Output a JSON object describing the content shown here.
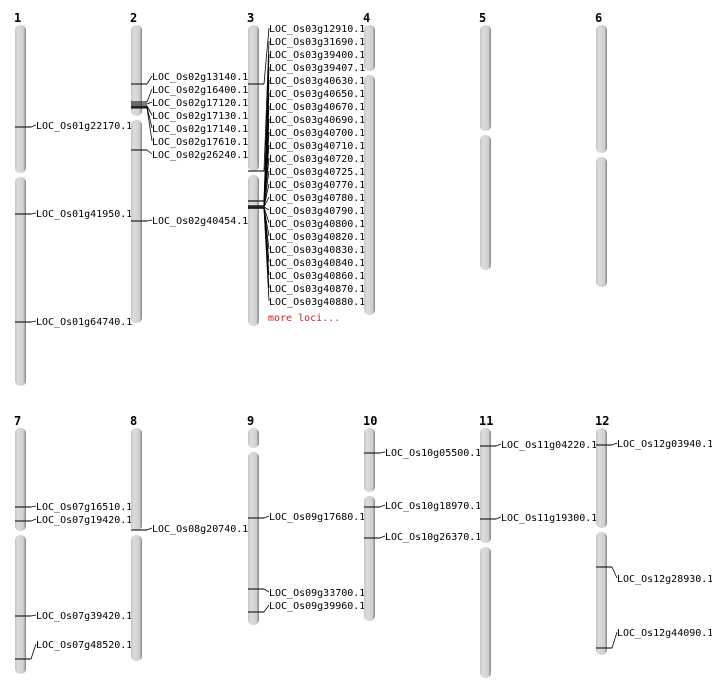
{
  "more_loci_label": "more loci...",
  "chromosomes": [
    {
      "label": "1",
      "loci": [
        "LOC_Os01g22170.1",
        "LOC_Os01g41950.1",
        "LOC_Os01g64740.1"
      ]
    },
    {
      "label": "2",
      "loci": [
        "LOC_Os02g13140.1",
        "LOC_Os02g16400.1",
        "LOC_Os02g17120.1",
        "LOC_Os02g17130.1",
        "LOC_Os02g17140.1",
        "LOC_Os02g17610.1",
        "LOC_Os02g26240.1",
        "LOC_Os02g40454.1"
      ]
    },
    {
      "label": "3",
      "loci": [
        "LOC_Os03g12910.1",
        "LOC_Os03g31690.1",
        "LOC_Os03g39400.1",
        "LOC_Os03g39407.1",
        "LOC_Os03g40630.1",
        "LOC_Os03g40650.1",
        "LOC_Os03g40670.1",
        "LOC_Os03g40690.1",
        "LOC_Os03g40700.1",
        "LOC_Os03g40710.1",
        "LOC_Os03g40720.1",
        "LOC_Os03g40725.1",
        "LOC_Os03g40770.1",
        "LOC_Os03g40780.1",
        "LOC_Os03g40790.1",
        "LOC_Os03g40800.1",
        "LOC_Os03g40820.1",
        "LOC_Os03g40830.1",
        "LOC_Os03g40840.1",
        "LOC_Os03g40860.1",
        "LOC_Os03g40870.1",
        "LOC_Os03g40880.1"
      ]
    },
    {
      "label": "4",
      "loci": []
    },
    {
      "label": "5",
      "loci": []
    },
    {
      "label": "6",
      "loci": []
    },
    {
      "label": "7",
      "loci": [
        "LOC_Os07g16510.1",
        "LOC_Os07g19420.1",
        "LOC_Os07g39420.1",
        "LOC_Os07g48520.1"
      ]
    },
    {
      "label": "8",
      "loci": [
        "LOC_Os08g20740.1"
      ]
    },
    {
      "label": "9",
      "loci": [
        "LOC_Os09g17680.1",
        "LOC_Os09g33700.1",
        "LOC_Os09g39960.1"
      ]
    },
    {
      "label": "10",
      "loci": [
        "LOC_Os10g05500.1",
        "LOC_Os10g18970.1",
        "LOC_Os10g26370.1"
      ]
    },
    {
      "label": "11",
      "loci": [
        "LOC_Os11g04220.1",
        "LOC_Os11g19300.1"
      ]
    },
    {
      "label": "12",
      "loci": [
        "LOC_Os12g03940.1",
        "LOC_Os12g28930.1",
        "LOC_Os12g44090.1"
      ]
    }
  ]
}
